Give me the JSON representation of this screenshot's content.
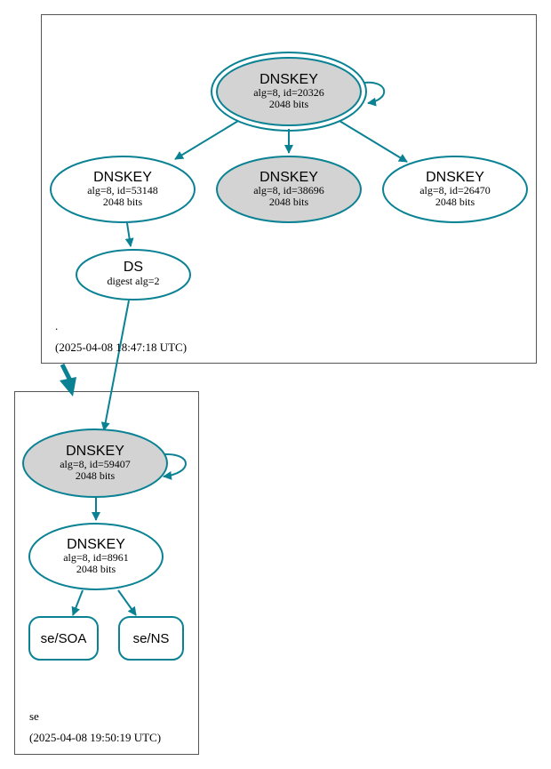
{
  "root_zone": {
    "name": ".",
    "timestamp": "(2025-04-08 18:47:18 UTC)",
    "ksk": {
      "type": "DNSKEY",
      "detail": "alg=8, id=20326",
      "size": "2048 bits"
    },
    "key_53148": {
      "type": "DNSKEY",
      "detail": "alg=8, id=53148",
      "size": "2048 bits"
    },
    "key_38696": {
      "type": "DNSKEY",
      "detail": "alg=8, id=38696",
      "size": "2048 bits"
    },
    "key_26470": {
      "type": "DNSKEY",
      "detail": "alg=8, id=26470",
      "size": "2048 bits"
    },
    "ds": {
      "type": "DS",
      "detail": "digest alg=2"
    }
  },
  "se_zone": {
    "name": "se",
    "timestamp": "(2025-04-08 19:50:19 UTC)",
    "ksk": {
      "type": "DNSKEY",
      "detail": "alg=8, id=59407",
      "size": "2048 bits"
    },
    "zsk": {
      "type": "DNSKEY",
      "detail": "alg=8, id=8961",
      "size": "2048 bits"
    },
    "soa": "se/SOA",
    "ns": "se/NS"
  },
  "colors": {
    "edge": "#0a8294",
    "sep_fill": "#d3d3d3",
    "border": "#555555"
  }
}
